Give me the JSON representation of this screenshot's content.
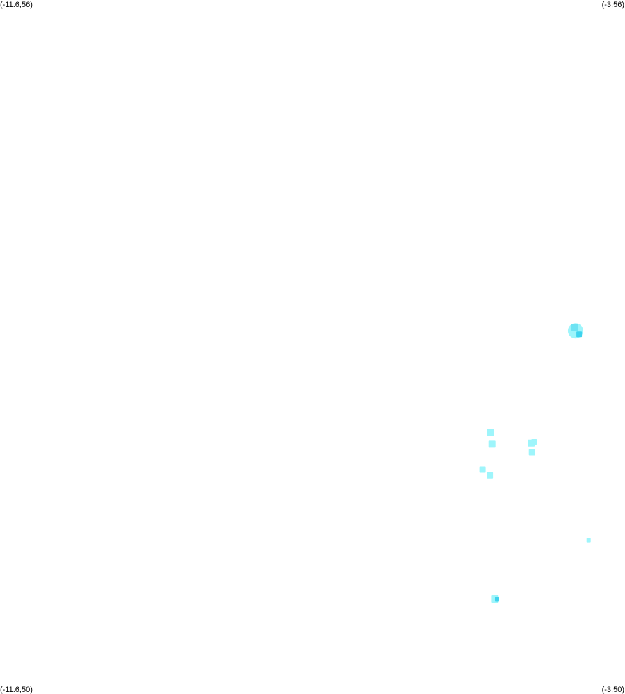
{
  "corners": {
    "top_left": "(-11.6,56)",
    "top_right": "(-3,56)",
    "bottom_left": "(-11.6,50)",
    "bottom_right": "(-3,50)"
  },
  "extent": {
    "lon_min": -11.6,
    "lon_max": -3,
    "lat_min": 50,
    "lat_max": 56
  },
  "colors": {
    "light": "#9ef5fb",
    "medium": "#6ee3f3",
    "strong": "#3fd3ee"
  },
  "points": [
    {
      "lon": -3.68,
      "lat": 53.14,
      "size": 2.2,
      "tone": "light"
    },
    {
      "lon": -3.69,
      "lat": 53.17,
      "size": 1.0,
      "tone": "medium"
    },
    {
      "lon": -3.63,
      "lat": 53.11,
      "size": 0.8,
      "tone": "strong"
    },
    {
      "lon": -4.85,
      "lat": 52.26,
      "size": 1.0,
      "tone": "light"
    },
    {
      "lon": -4.83,
      "lat": 52.16,
      "size": 1.0,
      "tone": "light"
    },
    {
      "lon": -4.29,
      "lat": 52.17,
      "size": 1.0,
      "tone": "light"
    },
    {
      "lon": -4.25,
      "lat": 52.18,
      "size": 0.8,
      "tone": "light"
    },
    {
      "lon": -4.28,
      "lat": 52.09,
      "size": 0.9,
      "tone": "light"
    },
    {
      "lon": -4.96,
      "lat": 51.94,
      "size": 0.9,
      "tone": "light"
    },
    {
      "lon": -4.86,
      "lat": 51.89,
      "size": 0.9,
      "tone": "light"
    },
    {
      "lon": -3.5,
      "lat": 51.33,
      "size": 0.6,
      "tone": "light"
    },
    {
      "lon": -4.79,
      "lat": 50.82,
      "size": 1.1,
      "tone": "light"
    },
    {
      "lon": -4.76,
      "lat": 50.82,
      "size": 0.6,
      "tone": "strong"
    }
  ]
}
